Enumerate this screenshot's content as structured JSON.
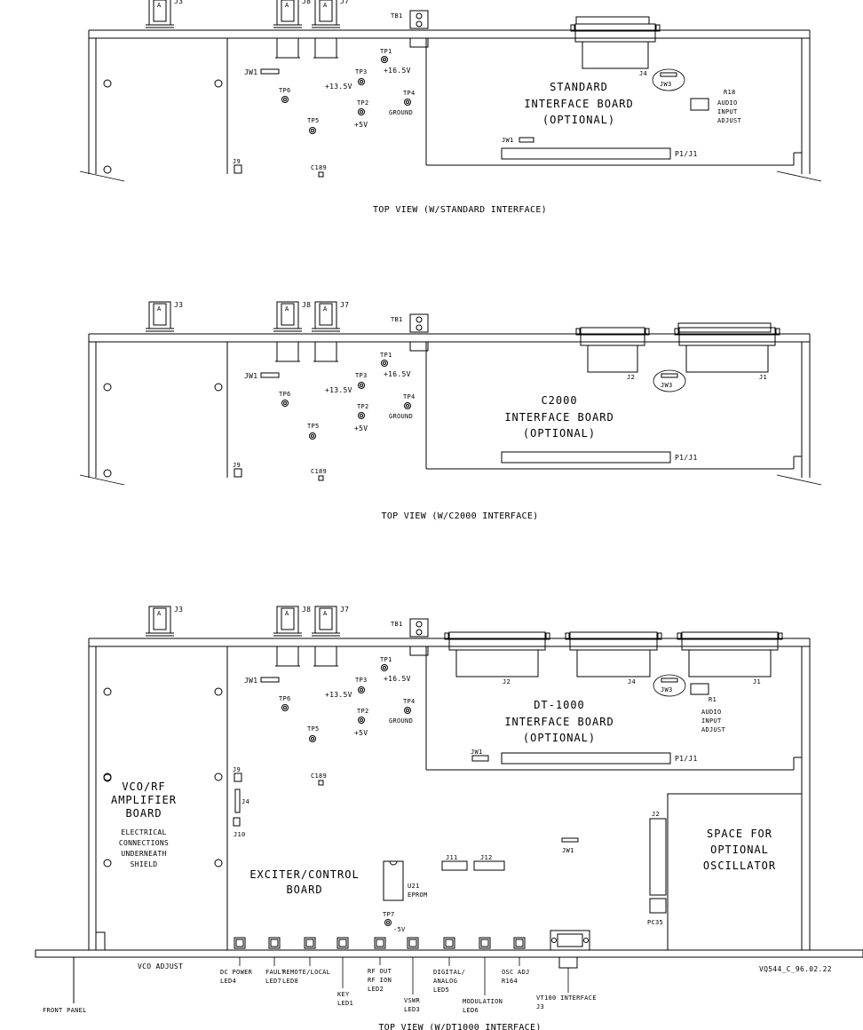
{
  "views": [
    {
      "caption": "TOP VIEW (W/STANDARD INTERFACE)",
      "board_name": "STANDARD",
      "board_line2": "INTERFACE BOARD",
      "board_line3": "(OPTIONAL)",
      "connectors": [
        "J4"
      ],
      "jumper_label": "JW3",
      "jw1_label": "JW1",
      "pot_label": "R18",
      "pot_desc": [
        "AUDIO",
        "INPUT",
        "ADJUST"
      ],
      "header_label": "P1/J1"
    },
    {
      "caption": "TOP VIEW (W/C2000 INTERFACE)",
      "board_name": "C2000",
      "board_line2": "INTERFACE BOARD",
      "board_line3": "(OPTIONAL)",
      "connectors": [
        "J2",
        "J1"
      ],
      "jumper_label": "JW3",
      "header_label": "P1/J1"
    },
    {
      "caption": "TOP VIEW (W/DT1000 INTERFACE)",
      "board_name": "DT-1000",
      "board_line2": "INTERFACE BOARD",
      "board_line3": "(OPTIONAL)",
      "connectors": [
        "J2",
        "J4",
        "J1"
      ],
      "jumper_label": "JW3",
      "jw1_label": "JW1",
      "pot_label": "R1",
      "pot_desc": [
        "AUDIO",
        "INPUT",
        "ADJUST"
      ],
      "header_label": "P1/J1"
    }
  ],
  "common": {
    "bnc": [
      "J3",
      "J8",
      "J7"
    ],
    "tb": "TB1",
    "jw1": "JW1",
    "tp1": "TP1",
    "tp3": "TP3",
    "tp2": "TP2",
    "tp4": "TP4",
    "tp5": "TP5",
    "tp6": "TP6",
    "v165": "+16.5V",
    "v135": "+13.5V",
    "v5": "+5V",
    "ground": "GROUND",
    "j9": "J9",
    "c189": "C189"
  },
  "bottom": {
    "vco_board": [
      "VCO/RF",
      "AMPLIFIER",
      "BOARD"
    ],
    "vco_note": [
      "ELECTRICAL",
      "CONNECTIONS",
      "UNDERNEATH",
      "SHIELD"
    ],
    "exciter": [
      "EXCITER/CONTROL",
      "BOARD"
    ],
    "space": [
      "SPACE FOR",
      "OPTIONAL",
      "OSCILLATOR"
    ],
    "j4": "J4",
    "j10": "J10",
    "j11": "J11",
    "j12": "J12",
    "jw1": "JW1",
    "j2": "J2",
    "u21": [
      "U21",
      "EPROM"
    ],
    "tp7": "TP7",
    "tp7v": "-5V",
    "pc35": "PC35",
    "front_panel": "FRONT PANEL",
    "vco_adjust": "VCO ADJUST",
    "drawing_no": "VQ544_C_96.02.22",
    "panel_labels": [
      [
        "DC POWER",
        "LED4"
      ],
      [
        "FAULT",
        "LED7"
      ],
      [
        "REMOTE/LOCAL",
        "LED8"
      ],
      [
        "KEY",
        "LED1"
      ],
      [
        "RF OUT",
        "RF ION",
        "LED2"
      ],
      [
        "VSWR",
        "LED3"
      ],
      [
        "DIGITAL/",
        "ANALOG",
        "LED5"
      ],
      [
        "MODULATION",
        "LED6"
      ],
      [
        "OSC ADJ",
        "R164"
      ],
      [
        "VT100 INTERFACE",
        "J3"
      ]
    ]
  }
}
